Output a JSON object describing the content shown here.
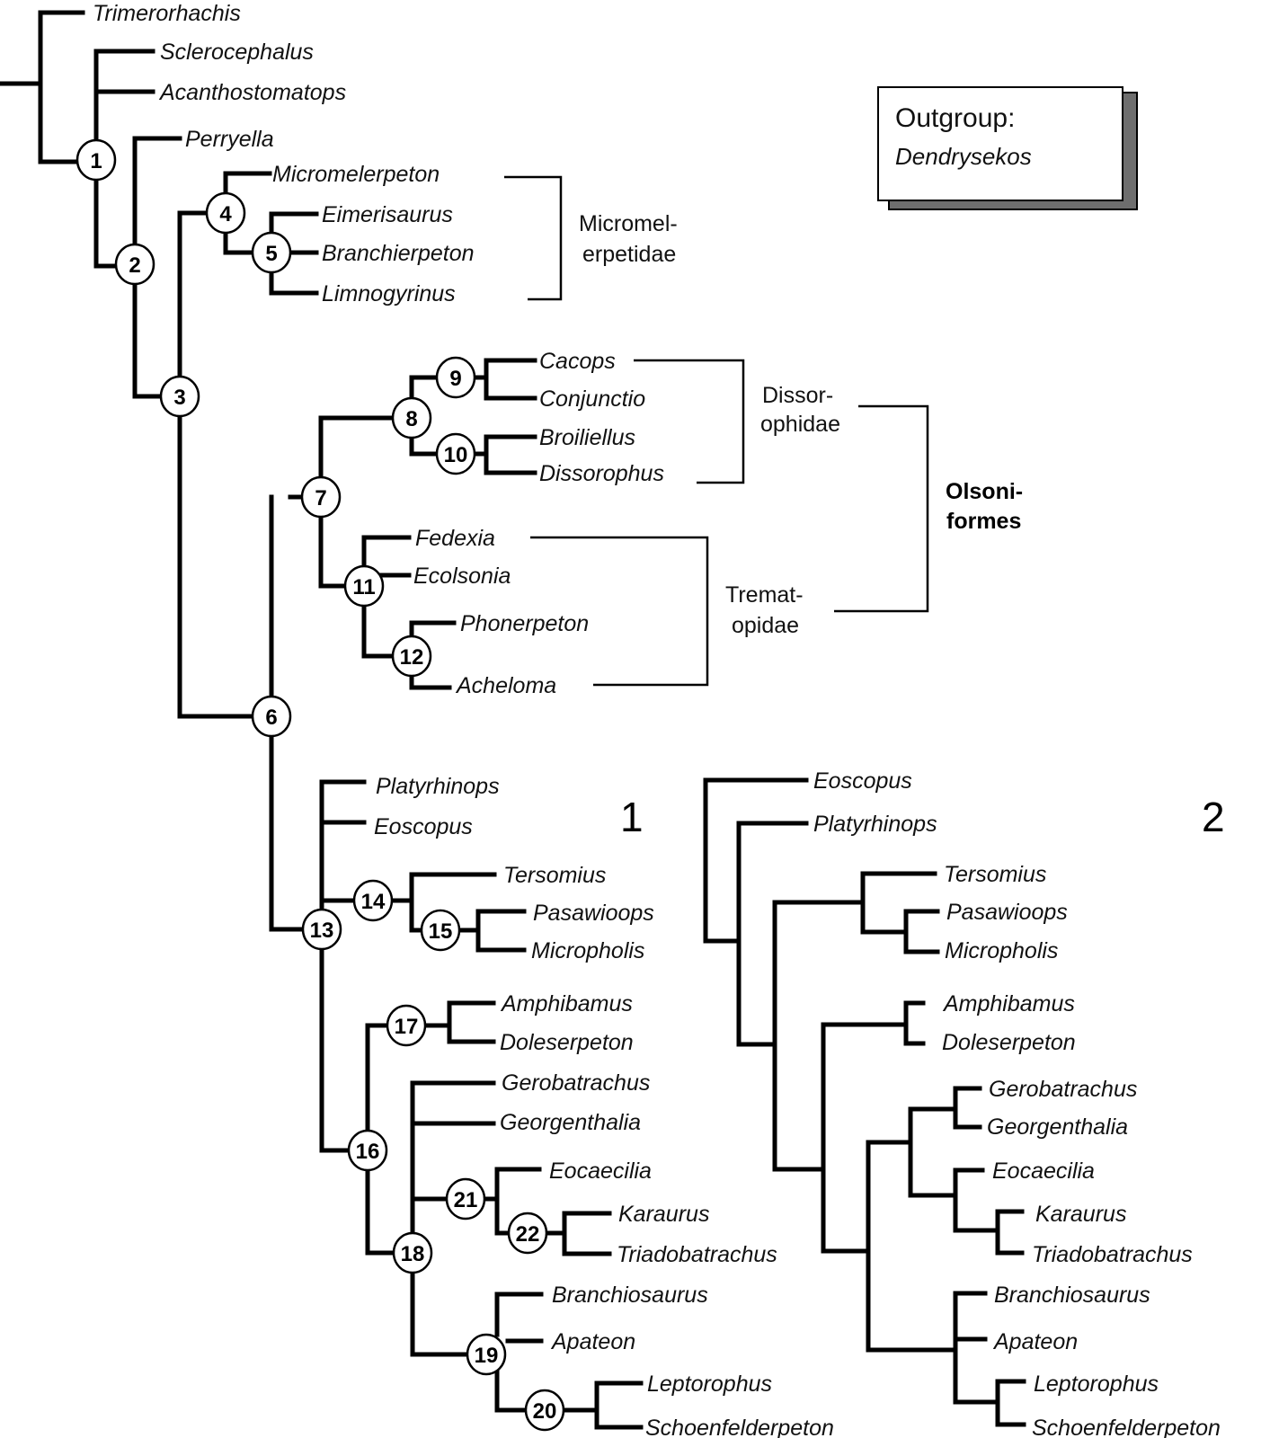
{
  "figure": {
    "panel_labels": {
      "panel1": "1",
      "panel2": "2"
    },
    "outgroup": {
      "title": "Outgroup:",
      "taxon": "Dendrysekos"
    },
    "clade_labels": {
      "micromelerpetidae": [
        "Micromel-",
        "erpetidae"
      ],
      "dissorophidae": [
        "Dissor-",
        "ophidae"
      ],
      "trematopidae": [
        "Tremat-",
        "opidae"
      ],
      "olsoniformes": [
        "Olsoni-",
        "formes"
      ]
    },
    "tree1": {
      "taxa": {
        "trimerorhachis": "Trimerorhachis",
        "sclerocephalus": "Sclerocephalus",
        "acanthostomatops": "Acanthostomatops",
        "perryella": "Perryella",
        "micromelerpeton": "Micromelerpeton",
        "eimerisaurus": "Eimerisaurus",
        "branchierpeton": "Branchierpeton",
        "limnogyrinus": "Limnogyrinus",
        "cacops": "Cacops",
        "conjunctio": "Conjunctio",
        "broiliellus": "Broiliellus",
        "dissorophus": "Dissorophus",
        "fedexia": "Fedexia",
        "ecolsonia": "Ecolsonia",
        "phonerpeton": "Phonerpeton",
        "acheloma": "Acheloma",
        "platyrhinops": "Platyrhinops",
        "eoscopus": "Eoscopus",
        "tersomius": "Tersomius",
        "pasawioops": "Pasawioops",
        "micropholis": "Micropholis",
        "amphibamus": "Amphibamus",
        "doleserpeton": "Doleserpeton",
        "gerobatrachus": "Gerobatrachus",
        "georgenthalia": "Georgenthalia",
        "eocaecilia": "Eocaecilia",
        "karaurus": "Karaurus",
        "triadobatrachus": "Triadobatrachus",
        "branchiosaurus": "Branchiosaurus",
        "apateon": "Apateon",
        "leptorophus": "Leptorophus",
        "schoenfelderpeton": "Schoenfelderpeton"
      },
      "nodes": [
        "1",
        "2",
        "3",
        "4",
        "5",
        "6",
        "7",
        "8",
        "9",
        "10",
        "11",
        "12",
        "13",
        "14",
        "15",
        "16",
        "17",
        "18",
        "19",
        "20",
        "21",
        "22"
      ]
    },
    "tree2": {
      "taxa": {
        "eoscopus": "Eoscopus",
        "platyrhinops": "Platyrhinops",
        "tersomius": "Tersomius",
        "pasawioops": "Pasawioops",
        "micropholis": "Micropholis",
        "amphibamus": "Amphibamus",
        "doleserpeton": "Doleserpeton",
        "gerobatrachus": "Gerobatrachus",
        "georgenthalia": "Georgenthalia",
        "eocaecilia": "Eocaecilia",
        "karaurus": "Karaurus",
        "triadobatrachus": "Triadobatrachus",
        "branchiosaurus": "Branchiosaurus",
        "apateon": "Apateon",
        "leptorophus": "Leptorophus",
        "schoenfelderpeton": "Schoenfelderpeton"
      }
    }
  }
}
